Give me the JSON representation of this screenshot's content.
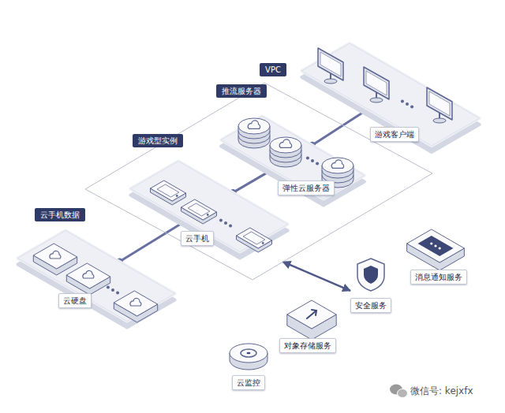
{
  "diagram": {
    "nodes": [
      {
        "text": [
          "VPC"
        ]
      },
      {
        "text": [
          "推流服务器"
        ],
        "in": 0
      },
      {
        "text": [
          "弹性云服务器"
        ],
        "in": 1
      },
      {
        "text": [
          "游戏型实例"
        ],
        "in": 0
      },
      {
        "text": [
          "云手机"
        ],
        "in": 3
      },
      {
        "text": [
          "云手机数据"
        ]
      },
      {
        "text": [
          "云硬盘"
        ],
        "in": 5
      },
      {
        "text": [
          "游戏客户端"
        ]
      },
      {
        "text": [
          "安全服务"
        ]
      },
      {
        "text": [
          "消息通知服务"
        ]
      },
      {
        "text": [
          "对象存储服务"
        ]
      },
      {
        "text": [
          "云监控"
        ]
      }
    ],
    "edges": [
      {
        "from": 5,
        "to": 3,
        "arrow": "none"
      },
      {
        "from": 3,
        "to": 1,
        "arrow": "none"
      },
      {
        "from": 1,
        "to": 7,
        "arrow": "none"
      },
      {
        "from": 0,
        "to": 8,
        "arrow": "both"
      }
    ],
    "labels": [
      "微信号: kejxfx"
    ]
  }
}
